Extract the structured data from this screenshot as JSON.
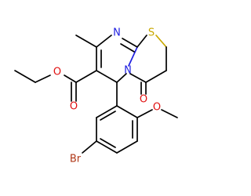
{
  "molecule": {
    "atoms": {
      "s1": {
        "symbol": "S",
        "color": "#c8a800"
      },
      "n1": {
        "symbol": "N",
        "color": "#2020e0"
      },
      "n2": {
        "symbol": "N",
        "color": "#2020e0"
      },
      "o1": {
        "symbol": "O",
        "color": "#e01010"
      },
      "o2": {
        "symbol": "O",
        "color": "#e01010"
      },
      "o3": {
        "symbol": "O",
        "color": "#e01010"
      },
      "o4": {
        "symbol": "O",
        "color": "#e01010"
      },
      "br1": {
        "symbol": "Br",
        "color": "#b03818"
      }
    }
  }
}
